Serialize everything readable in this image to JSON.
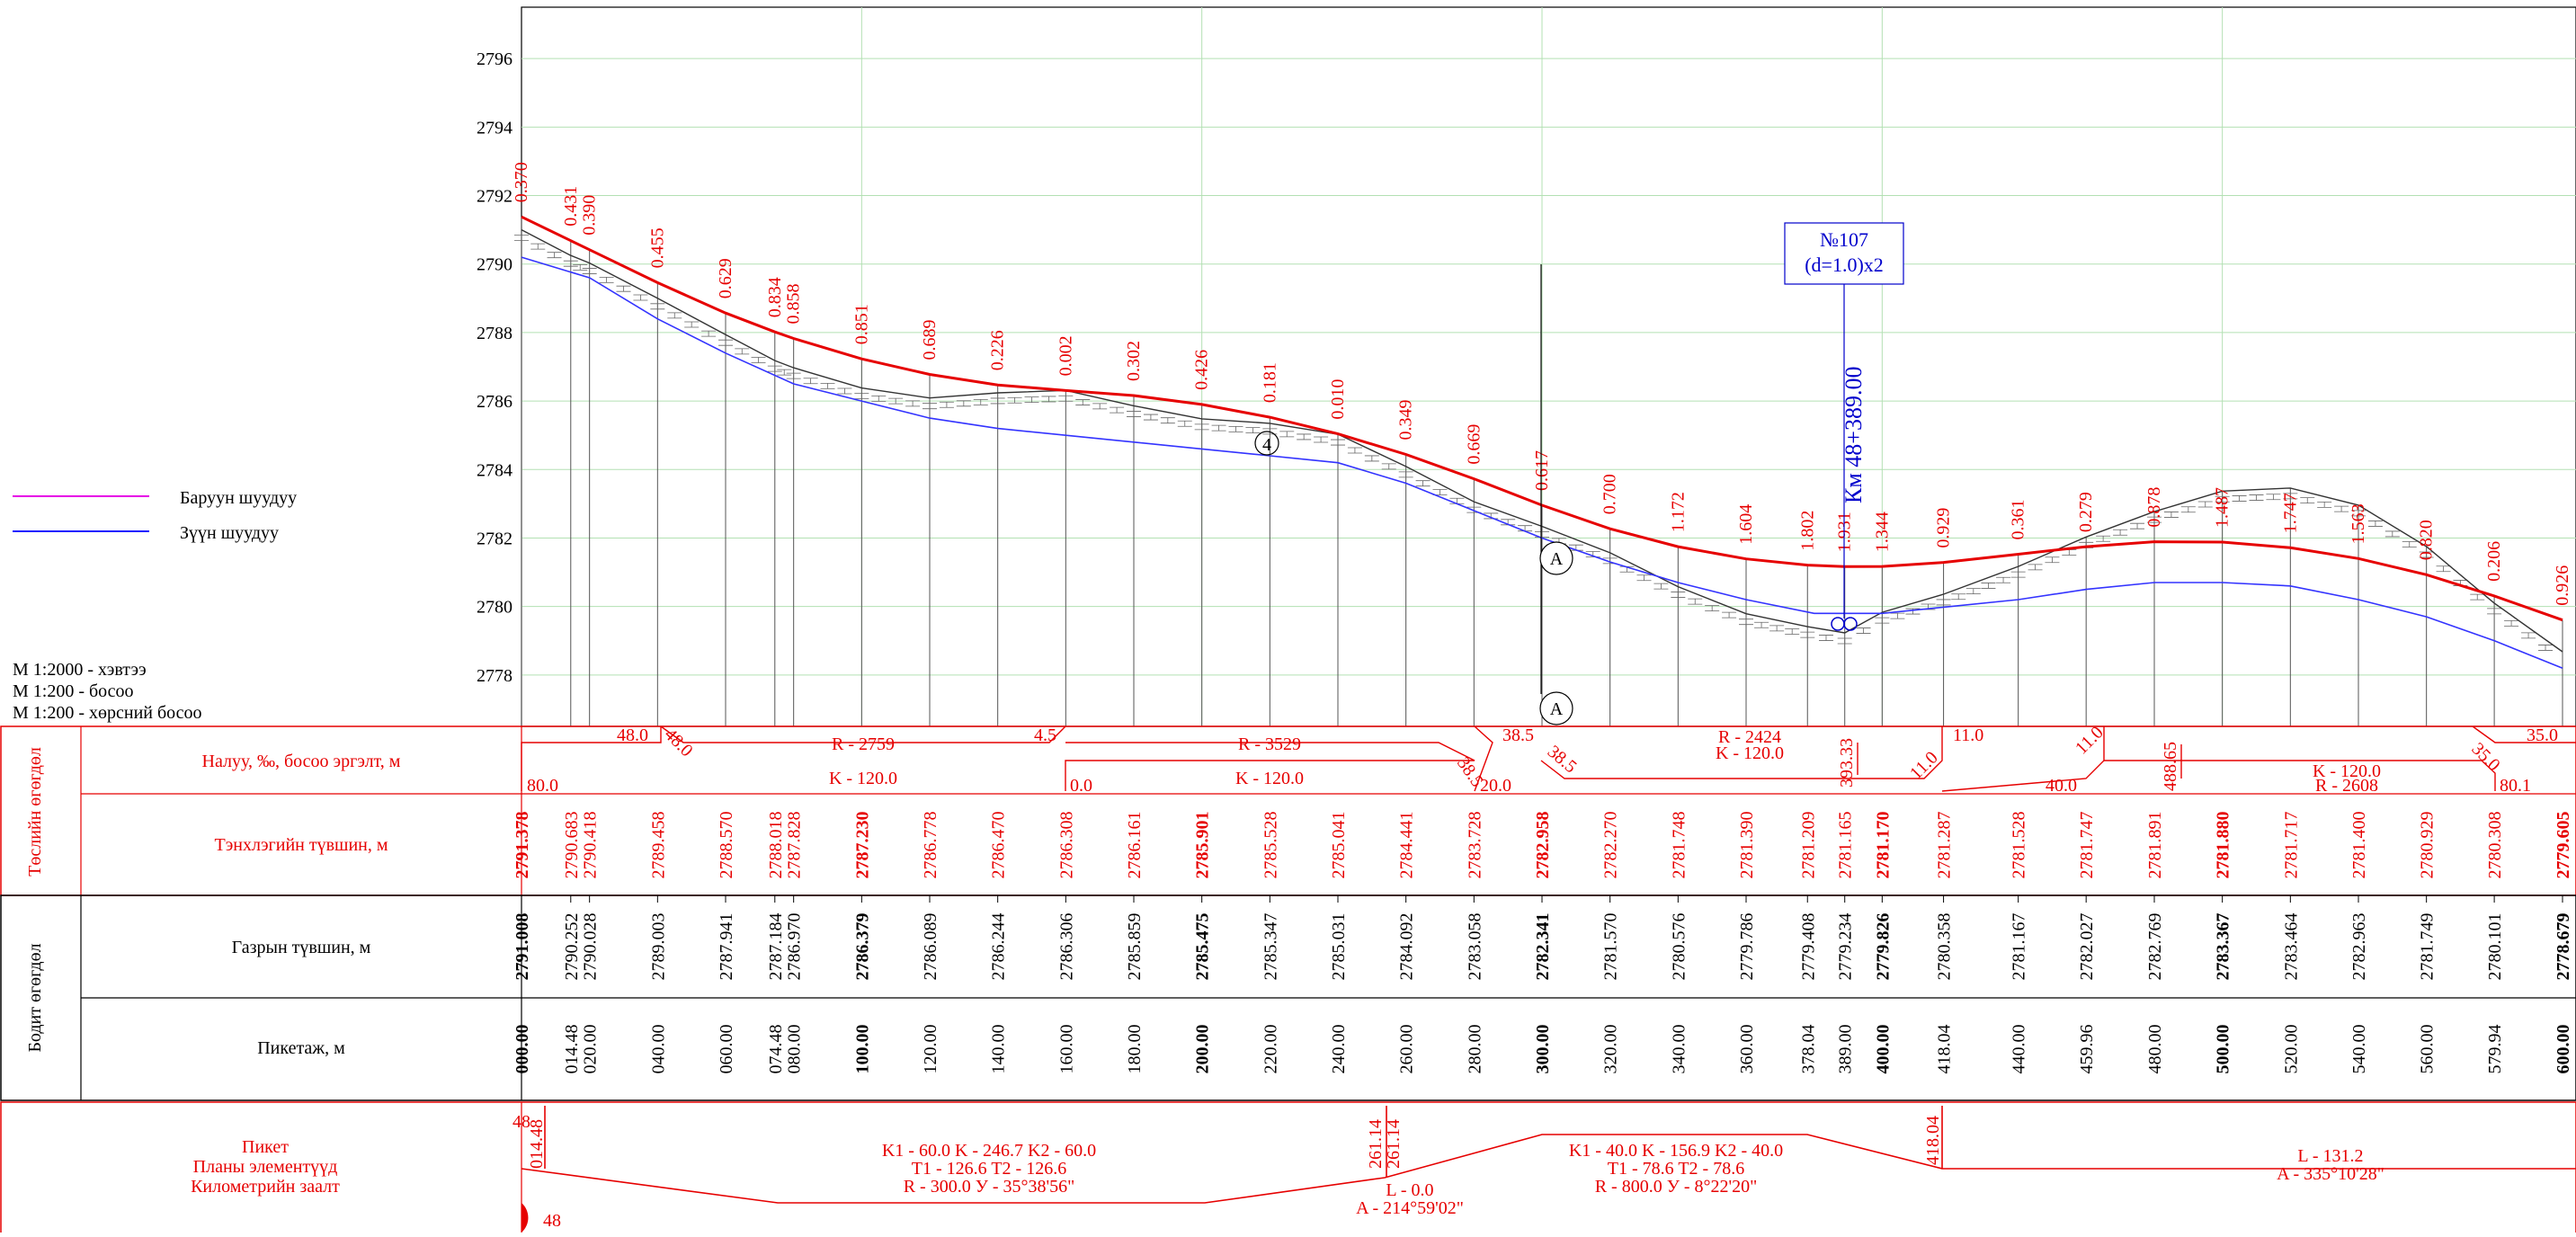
{
  "legend": {
    "right_label": "Баруун шуудуу",
    "left_label": "Зүүн шуудуу",
    "right_color": "#e600e6",
    "left_color": "#1a1aff"
  },
  "scales": [
    "М 1:2000 - хэвтээ",
    "М 1:200 - босоо",
    "М 1:200 - хөрсний босоо"
  ],
  "colors": {
    "design": "#e60000",
    "left_ditch": "#3333ff",
    "ground": "#333333",
    "grid": "#b3e0b3",
    "callout": "#0000cc"
  },
  "chart_data": {
    "type": "line",
    "title": "",
    "xlabel": "",
    "ylabel": "",
    "xlim": [
      0,
      600
    ],
    "ylim": [
      2776.5,
      2797.5
    ],
    "y_ticks": [
      "2778",
      "2780",
      "2782",
      "2784",
      "2786",
      "2788",
      "2790",
      "2792",
      "2794",
      "2796"
    ],
    "stations": [
      0,
      14.48,
      20,
      40,
      60,
      74.48,
      80,
      100,
      120,
      140,
      160,
      180,
      200,
      220,
      240,
      260,
      280,
      300,
      320,
      340,
      360,
      378.04,
      389,
      400,
      418.04,
      440,
      459.96,
      480,
      500,
      520,
      540,
      560,
      579.94,
      600
    ],
    "stations_labels": [
      "000.00",
      "014.48",
      "020.00",
      "040.00",
      "060.00",
      "074.48",
      "080.00",
      "100.00",
      "120.00",
      "140.00",
      "160.00",
      "180.00",
      "200.00",
      "220.00",
      "240.00",
      "260.00",
      "280.00",
      "300.00",
      "320.00",
      "340.00",
      "360.00",
      "378.04",
      "389.00",
      "400.00",
      "418.04",
      "440.00",
      "459.96",
      "480.00",
      "500.00",
      "520.00",
      "540.00",
      "560.00",
      "579.94",
      "600.00"
    ],
    "design_elev_labels": [
      "2791.378",
      "2790.683",
      "2790.418",
      "2789.458",
      "2788.570",
      "2788.018",
      "2787.828",
      "2787.230",
      "2786.778",
      "2786.470",
      "2786.308",
      "2786.161",
      "2785.901",
      "2785.528",
      "2785.041",
      "2784.441",
      "2783.728",
      "2782.958",
      "2782.270",
      "2781.748",
      "2781.390",
      "2781.209",
      "2781.165",
      "2781.170",
      "2781.287",
      "2781.528",
      "2781.747",
      "2781.891",
      "2781.880",
      "2781.717",
      "2781.400",
      "2780.929",
      "2780.308",
      "2779.605"
    ],
    "ground_elev_labels": [
      "2791.008",
      "2790.252",
      "2790.028",
      "2789.003",
      "2787.941",
      "2787.184",
      "2786.970",
      "2786.379",
      "2786.089",
      "2786.244",
      "2786.306",
      "2785.859",
      "2785.475",
      "2785.347",
      "2785.031",
      "2784.092",
      "2783.058",
      "2782.341",
      "2781.570",
      "2780.576",
      "2779.786",
      "2779.408",
      "2779.234",
      "2779.826",
      "2780.358",
      "2781.167",
      "2782.027",
      "2782.769",
      "2783.367",
      "2783.464",
      "2782.963",
      "2781.749",
      "2780.101",
      "2778.679"
    ],
    "depth_labels": [
      "0.370",
      "0.431",
      "0.390",
      "0.455",
      "0.629",
      "0.834",
      "0.858",
      "0.851",
      "0.689",
      "0.226",
      "0.002",
      "0.302",
      "0.426",
      "0.181",
      "0.010",
      "0.349",
      "0.669",
      "0.617",
      "0.700",
      "1.172",
      "1.604",
      "1.802",
      "1.931",
      "1.344",
      "0.929",
      "0.361",
      "0.279",
      "0.878",
      "1.487",
      "1.747",
      "1.563",
      "0.820",
      "0.206",
      "0.926"
    ],
    "bold_stations": [
      "000.00",
      "100.00",
      "200.00",
      "300.00",
      "400.00",
      "500.00",
      "600.00"
    ],
    "left_ditch": [
      [
        0,
        2790.2
      ],
      [
        20,
        2789.6
      ],
      [
        40,
        2788.4
      ],
      [
        60,
        2787.4
      ],
      [
        80,
        2786.5
      ],
      [
        100,
        2786.0
      ],
      [
        120,
        2785.5
      ],
      [
        140,
        2785.2
      ],
      [
        160,
        2785.0
      ],
      [
        180,
        2784.8
      ],
      [
        200,
        2784.6
      ],
      [
        220,
        2784.4
      ],
      [
        240,
        2784.2
      ],
      [
        260,
        2783.6
      ],
      [
        280,
        2782.8
      ],
      [
        300,
        2782.0
      ],
      [
        320,
        2781.3
      ],
      [
        340,
        2780.7
      ],
      [
        360,
        2780.2
      ],
      [
        380,
        2779.8
      ],
      [
        400,
        2779.8
      ],
      [
        420,
        2780.0
      ],
      [
        440,
        2780.2
      ],
      [
        460,
        2780.5
      ],
      [
        480,
        2780.7
      ],
      [
        500,
        2780.7
      ],
      [
        520,
        2780.6
      ],
      [
        540,
        2780.2
      ],
      [
        560,
        2779.7
      ],
      [
        580,
        2779.0
      ],
      [
        600,
        2778.2
      ]
    ],
    "ground": [
      [
        0,
        2791.0
      ],
      [
        14.48,
        2790.25
      ],
      [
        20,
        2790.03
      ],
      [
        40,
        2789.0
      ],
      [
        60,
        2787.94
      ],
      [
        74.48,
        2787.18
      ],
      [
        80,
        2786.97
      ],
      [
        100,
        2786.38
      ],
      [
        120,
        2786.09
      ],
      [
        140,
        2786.24
      ],
      [
        160,
        2786.31
      ],
      [
        180,
        2785.86
      ],
      [
        200,
        2785.48
      ],
      [
        220,
        2785.35
      ],
      [
        240,
        2785.03
      ],
      [
        260,
        2784.09
      ],
      [
        280,
        2783.06
      ],
      [
        300,
        2782.34
      ],
      [
        320,
        2781.57
      ],
      [
        340,
        2780.58
      ],
      [
        360,
        2779.79
      ],
      [
        378.04,
        2779.41
      ],
      [
        389,
        2779.23
      ],
      [
        400,
        2779.83
      ],
      [
        418.04,
        2780.36
      ],
      [
        440,
        2781.17
      ],
      [
        459.96,
        2782.03
      ],
      [
        480,
        2782.77
      ],
      [
        500,
        2783.37
      ],
      [
        520,
        2783.46
      ],
      [
        540,
        2782.96
      ],
      [
        560,
        2781.75
      ],
      [
        579.94,
        2780.1
      ],
      [
        600,
        2778.68
      ]
    ]
  },
  "callout": {
    "number": "№107",
    "dims": "(d=1.0)x2",
    "km": "Км 48+389.00"
  },
  "markers": {
    "circle_4": "4",
    "section_a": "A"
  },
  "bands": {
    "design_group": "Төслийн өгөгдөл",
    "actual_group": "Бодит өгөгдөл",
    "slope_label": "Налуу, ‰, босоо эргэлт, м",
    "design_elev_label": "Тэнхлэгийн түвшин, м",
    "ground_elev_label": "Газрын түвшин, м",
    "station_label": "Пикетаж, м",
    "plan_label_1": "Пикет",
    "plan_label_2": "Планы элементүүд",
    "plan_label_3": "Километрийн заалт"
  },
  "slope_band": {
    "t_48_0": "48.0",
    "t_48_0b": "48.0",
    "t_80_0": "80.0",
    "t_R2759": "R - 2759",
    "t_K120a": "K - 120.0",
    "t_4_5": "4.5",
    "t_0_0": "0.0",
    "t_R3529": "R - 3529",
    "t_K120b": "K - 120.0",
    "t_38_5a": "38.5",
    "t_38_5b": "38.5",
    "t_38_5c": "38.5",
    "t_20_0": "20.0",
    "t_R2424": "R - 2424",
    "t_K120c": "K - 120.0",
    "t_393_33": "393.33",
    "t_11_0a": "11.0",
    "t_11_0b": "11.0",
    "t_11_0c": "11.0",
    "t_40_0": "40.0",
    "t_488_65": "488.65",
    "t_K120d": "K - 120.0",
    "t_R2608": "R - 2608",
    "t_35_0a": "35.0",
    "t_35_0b": "35.0",
    "t_80_1": "80.1"
  },
  "plan_band": {
    "p_48": "48",
    "p_48b": "48",
    "p_014_48": "014.48",
    "p_curve1_a": "K1 - 60.0 K - 246.7 K2 - 60.0",
    "p_curve1_b": "T1 - 126.6 T2 - 126.6",
    "p_curve1_c": "R - 300.0 У - 35°38'56\"",
    "p_261_14a": "261.14",
    "p_261_14b": "261.14",
    "p_L0": "L - 0.0",
    "p_A1": "A - 214°59'02\"",
    "p_curve2_a": "K1 - 40.0 K - 156.9 K2 - 40.0",
    "p_curve2_b": "T1 - 78.6 T2 - 78.6",
    "p_curve2_c": "R - 800.0 У - 8°22'20\"",
    "p_418_04": "418.04",
    "p_L131": "L - 131.2",
    "p_A2": "A - 335°10'28\""
  }
}
